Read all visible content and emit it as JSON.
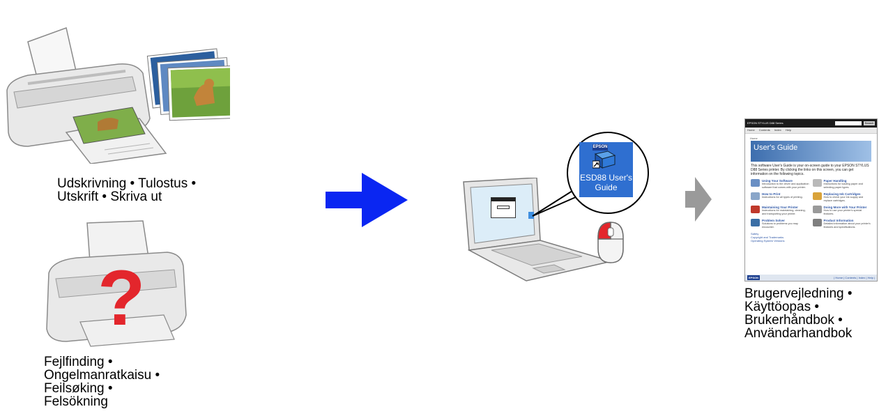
{
  "print_caption": [
    "Udskrivning • Tulostus •",
    "Utskrift • Skriva ut"
  ],
  "trouble_caption": [
    "Fejlfinding •",
    "Ongelmanratkaisu •",
    "Feilsøking •",
    "Felsökning"
  ],
  "guide_caption": [
    "Brugervejledning •",
    "Käyttöopas •",
    "Brukerhåndbok •",
    "Användarhandbok"
  ],
  "desktop_icon": {
    "logo_text": "EPSON",
    "label_line1": "ESD88 User's",
    "label_line2": "Guide"
  },
  "question_mark": "?",
  "users_guide_screen": {
    "brand_bar": "EPSON STYLUS D88 Series",
    "search_button": "Search",
    "nav": [
      "Home",
      "Contents",
      "Index",
      "Help"
    ],
    "home_label": "Home",
    "banner_title": "User's Guide",
    "intro": "This software User's Guide is your on-screen guide to your EPSON STYLUS D88 Series printer. By clicking the links on this screen, you can get information on the following topics.",
    "items": [
      {
        "title": "Using Your Software",
        "desc": "Introduction to the driver and application software that comes with your printer.",
        "color": "#6a8fc4"
      },
      {
        "title": "Paper Handling",
        "desc": "Instructions for loading paper and selecting paper types.",
        "color": "#b9b9b9"
      },
      {
        "title": "How to Print",
        "desc": "Instructions for all types of printing.",
        "color": "#8aa6c9"
      },
      {
        "title": "Replacing Ink Cartridges",
        "desc": "How to check your ink supply and replace cartridges.",
        "color": "#d9a33a"
      },
      {
        "title": "Maintaining Your Printer",
        "desc": "Instructions for maintaining, cleaning, and transporting your printer.",
        "color": "#c0392b"
      },
      {
        "title": "Doing More with Your Printer",
        "desc": "How to use your printer's special features.",
        "color": "#9a9a9a"
      },
      {
        "title": "Problem Solver",
        "desc": "Solutions to problems you may encounter.",
        "color": "#3a6ea5"
      },
      {
        "title": "Product Information",
        "desc": "Detailed information about your printer's features and specifications.",
        "color": "#7f7f7f"
      }
    ],
    "links": [
      "Safety",
      "Copyright and Trademarks",
      "Operating System Versions"
    ],
    "footer_logo": "EPSON",
    "footer_links": "| Home | Contents | Index | Help |"
  },
  "colors": {
    "arrow_blue": "#0a26f2",
    "arrow_gray": "#9a9a9a",
    "icon_bg": "#2f6fd0",
    "mouse_red": "#e3262c"
  }
}
